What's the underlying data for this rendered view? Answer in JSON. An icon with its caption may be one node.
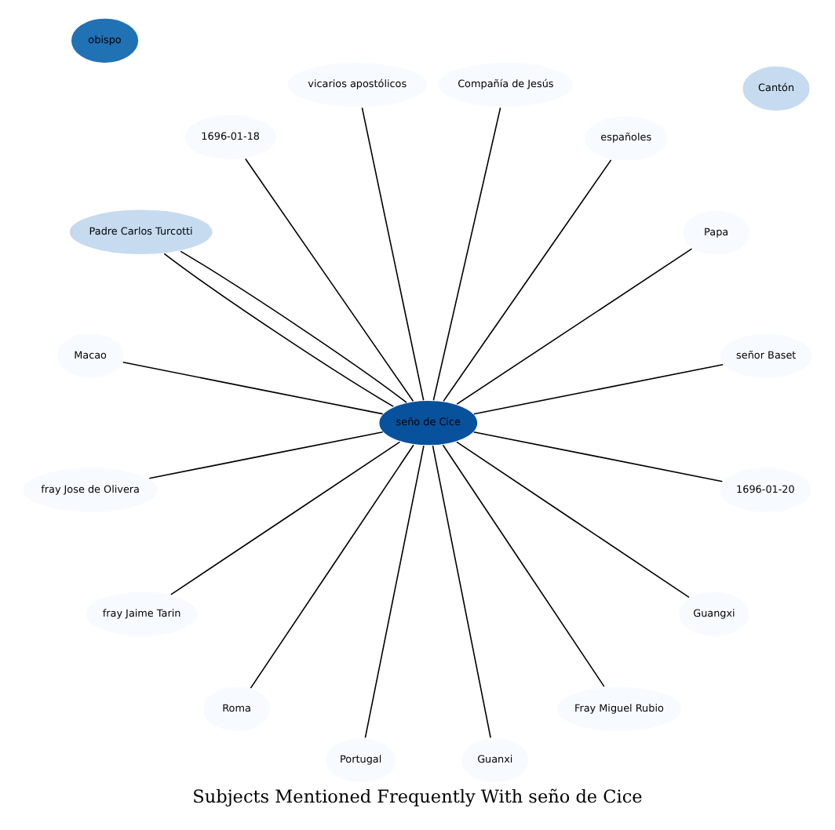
{
  "diagram": {
    "title": "Subjects Mentioned Frequently With seño de Cice",
    "nodes": [
      {
        "text": [
          "seño de Cice"
        ]
      },
      {
        "text": [
          "señor Baset"
        ]
      },
      {
        "text": [
          "Papa"
        ]
      },
      {
        "text": [
          "españoles"
        ]
      },
      {
        "text": [
          "Compañía de Jesús"
        ]
      },
      {
        "text": [
          "vicarios apostólicos"
        ]
      },
      {
        "text": [
          "Cantón"
        ]
      },
      {
        "text": [
          "1696-01-18"
        ]
      },
      {
        "text": [
          "Padre Carlos Turcotti"
        ]
      },
      {
        "text": [
          "Macao"
        ]
      },
      {
        "text": [
          "fray Jose de Olivera"
        ]
      },
      {
        "text": [
          "obispo"
        ]
      },
      {
        "text": [
          "fray Jaime Tarin"
        ]
      },
      {
        "text": [
          "Roma"
        ]
      },
      {
        "text": [
          "Portugal"
        ]
      },
      {
        "text": [
          "Guanxi"
        ]
      },
      {
        "text": [
          "Fray Miguel Rubio"
        ]
      },
      {
        "text": [
          "Guangxi"
        ]
      },
      {
        "text": [
          "1696-01-20"
        ]
      }
    ],
    "edges": [
      {
        "from": 0,
        "to": 1,
        "arrow": "none"
      },
      {
        "from": 0,
        "to": 2,
        "arrow": "none"
      },
      {
        "from": 0,
        "to": 3,
        "arrow": "none"
      },
      {
        "from": 0,
        "to": 4,
        "arrow": "none"
      },
      {
        "from": 0,
        "to": 5,
        "arrow": "none"
      },
      {
        "from": 0,
        "to": 7,
        "arrow": "none"
      },
      {
        "from": 0,
        "to": 8,
        "arrow": "none"
      },
      {
        "from": 0,
        "to": 8,
        "arrow": "none"
      },
      {
        "from": 0,
        "to": 9,
        "arrow": "none"
      },
      {
        "from": 0,
        "to": 10,
        "arrow": "none"
      },
      {
        "from": 0,
        "to": 12,
        "arrow": "none"
      },
      {
        "from": 0,
        "to": 13,
        "arrow": "none"
      },
      {
        "from": 0,
        "to": 14,
        "arrow": "none"
      },
      {
        "from": 0,
        "to": 15,
        "arrow": "none"
      },
      {
        "from": 0,
        "to": 16,
        "arrow": "none"
      },
      {
        "from": 0,
        "to": 17,
        "arrow": "none"
      },
      {
        "from": 0,
        "to": 18,
        "arrow": "none"
      }
    ]
  }
}
